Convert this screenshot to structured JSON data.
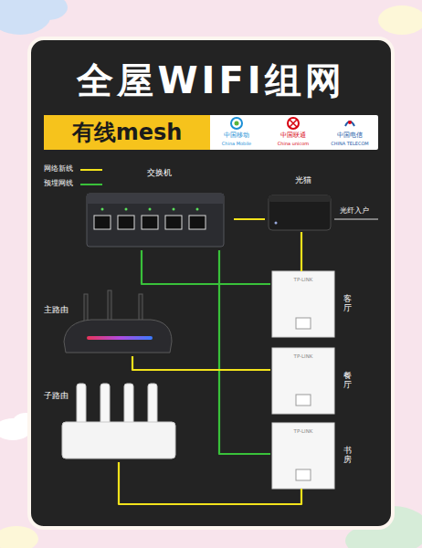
{
  "diagram": {
    "title": "全屋WIFI组网",
    "nodes": [
      {
        "text": [
          "有线mesh"
        ]
      },
      {
        "text": [
          "中国移动",
          "China Mobile",
          "中国联通",
          "China unicom",
          "中国电信",
          "CHINA TELECOM"
        ]
      },
      {
        "text": [
          "交换机"
        ]
      },
      {
        "text": [
          "光猫"
        ]
      },
      {
        "text": [
          "主路由"
        ]
      },
      {
        "text": [
          "子路由"
        ]
      },
      {
        "text": [
          "TP-LINK",
          "客厅"
        ]
      },
      {
        "text": [
          "TP-LINK",
          "餐厅"
        ]
      },
      {
        "text": [
          "TP-LINK",
          "书房"
        ]
      }
    ],
    "edges": [
      {
        "from": 2,
        "to": 3,
        "arrow": "none"
      },
      {
        "from": 3,
        "to": 6,
        "arrow": "none"
      },
      {
        "from": 2,
        "to": 6,
        "arrow": "none"
      },
      {
        "from": 2,
        "to": 8,
        "arrow": "none"
      },
      {
        "from": 4,
        "to": 7,
        "arrow": "none"
      },
      {
        "from": 5,
        "to": 8,
        "arrow": "none"
      }
    ],
    "labels": [
      "光纤入户"
    ],
    "legend": [
      {
        "text": "网络新线"
      },
      {
        "text": "预埋网线"
      }
    ]
  }
}
